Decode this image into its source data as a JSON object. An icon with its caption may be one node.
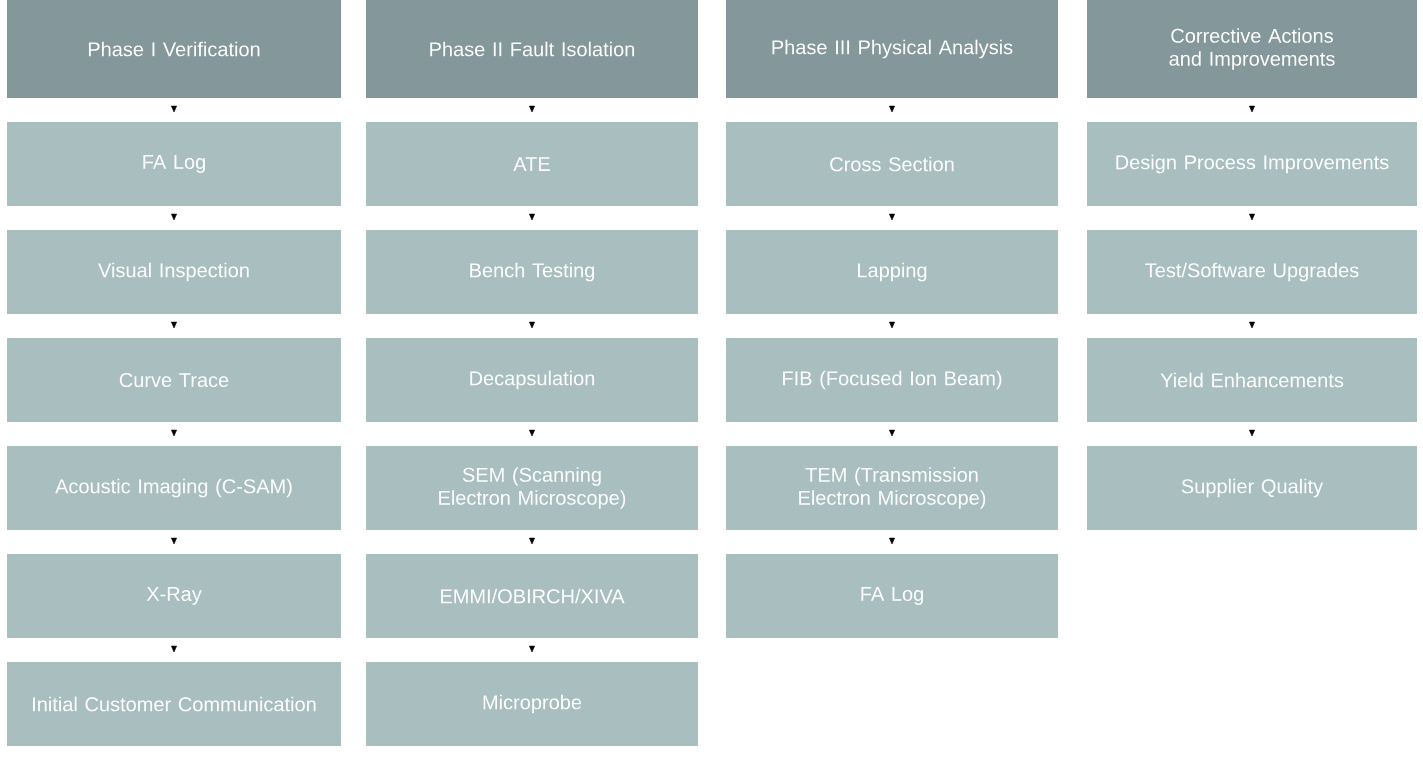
{
  "diagram": {
    "nodes": [
      {
        "text": [
          "Phase I Verification"
        ]
      },
      {
        "text": [
          "FA Log"
        ]
      },
      {
        "text": [
          "Visual Inspection"
        ]
      },
      {
        "text": [
          "Curve Trace"
        ]
      },
      {
        "text": [
          "Acoustic Imaging (C-SAM)"
        ]
      },
      {
        "text": [
          "X-Ray"
        ]
      },
      {
        "text": [
          "Initial Customer Communication"
        ]
      },
      {
        "text": [
          "Phase II Fault Isolation"
        ]
      },
      {
        "text": [
          "ATE"
        ]
      },
      {
        "text": [
          "Bench Testing"
        ]
      },
      {
        "text": [
          "Decapsulation"
        ]
      },
      {
        "text": [
          "SEM (Scanning Electron Microscope)"
        ]
      },
      {
        "text": [
          "EMMI/OBIRCH/XIVA"
        ]
      },
      {
        "text": [
          "Microprobe"
        ]
      },
      {
        "text": [
          "Phase III Physical Analysis"
        ]
      },
      {
        "text": [
          "Cross Section"
        ]
      },
      {
        "text": [
          "Lapping"
        ]
      },
      {
        "text": [
          "FIB  (Focused Ion Beam)"
        ]
      },
      {
        "text": [
          "TEM (Transmission Electron Microscope)"
        ]
      },
      {
        "text": [
          "FA Log"
        ]
      },
      {
        "text": [
          "Corrective Actions and Improvements"
        ]
      },
      {
        "text": [
          "Design Process Improvements"
        ]
      },
      {
        "text": [
          "Test/Software Upgrades"
        ]
      },
      {
        "text": [
          "Yield Enhancements"
        ]
      },
      {
        "text": [
          "Supplier Quality"
        ]
      }
    ],
    "edges": [
      {
        "from": 0,
        "to": 1,
        "arrow": "to"
      },
      {
        "from": 1,
        "to": 2,
        "arrow": "to"
      },
      {
        "from": 2,
        "to": 3,
        "arrow": "to"
      },
      {
        "from": 3,
        "to": 4,
        "arrow": "to"
      },
      {
        "from": 4,
        "to": 5,
        "arrow": "to"
      },
      {
        "from": 5,
        "to": 6,
        "arrow": "to"
      },
      {
        "from": 7,
        "to": 8,
        "arrow": "to"
      },
      {
        "from": 8,
        "to": 9,
        "arrow": "to"
      },
      {
        "from": 9,
        "to": 10,
        "arrow": "to"
      },
      {
        "from": 10,
        "to": 11,
        "arrow": "to"
      },
      {
        "from": 11,
        "to": 12,
        "arrow": "to"
      },
      {
        "from": 12,
        "to": 13,
        "arrow": "to"
      },
      {
        "from": 14,
        "to": 15,
        "arrow": "to"
      },
      {
        "from": 15,
        "to": 16,
        "arrow": "to"
      },
      {
        "from": 16,
        "to": 17,
        "arrow": "to"
      },
      {
        "from": 17,
        "to": 18,
        "arrow": "to"
      },
      {
        "from": 18,
        "to": 19,
        "arrow": "to"
      },
      {
        "from": 20,
        "to": 21,
        "arrow": "to"
      },
      {
        "from": 21,
        "to": 22,
        "arrow": "to"
      },
      {
        "from": 22,
        "to": 23,
        "arrow": "to"
      },
      {
        "from": 23,
        "to": 24,
        "arrow": "to"
      }
    ]
  }
}
